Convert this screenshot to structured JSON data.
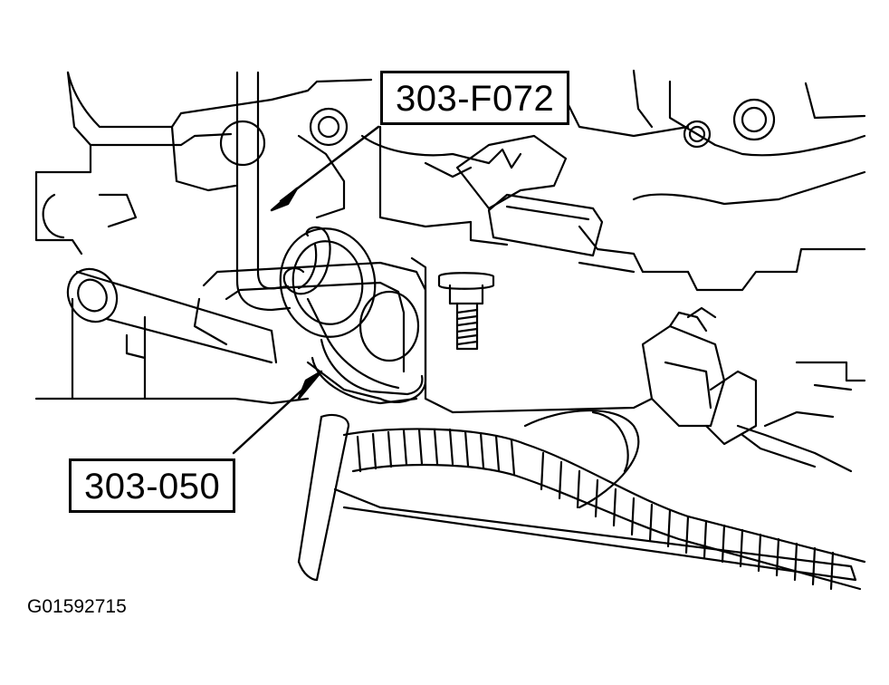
{
  "callouts": {
    "tool_f072": "303-F072",
    "tool_050": "303-050"
  },
  "figure_code": "G01592715",
  "colors": {
    "line": "#000000",
    "background": "#ffffff"
  }
}
